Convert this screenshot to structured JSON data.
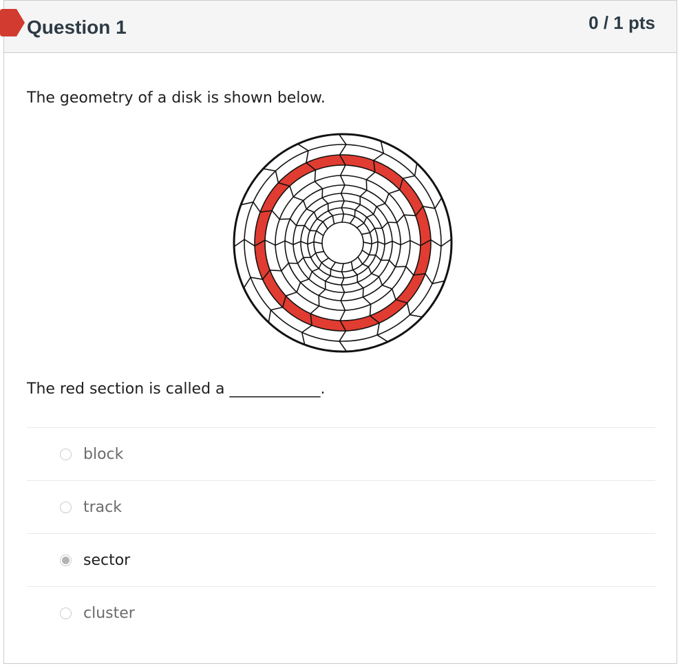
{
  "question": {
    "title": "Question 1",
    "points": "0 / 1 pts",
    "flag_color": "#d13b30",
    "prompt": "The geometry of a disk is shown below.",
    "blank_sentence": "The red section is called a ____________.",
    "highlight_color": "#e03c31",
    "answers": [
      {
        "label": "block",
        "selected": false
      },
      {
        "label": "track",
        "selected": false
      },
      {
        "label": "sector",
        "selected": true
      },
      {
        "label": "cluster",
        "selected": false
      }
    ]
  }
}
